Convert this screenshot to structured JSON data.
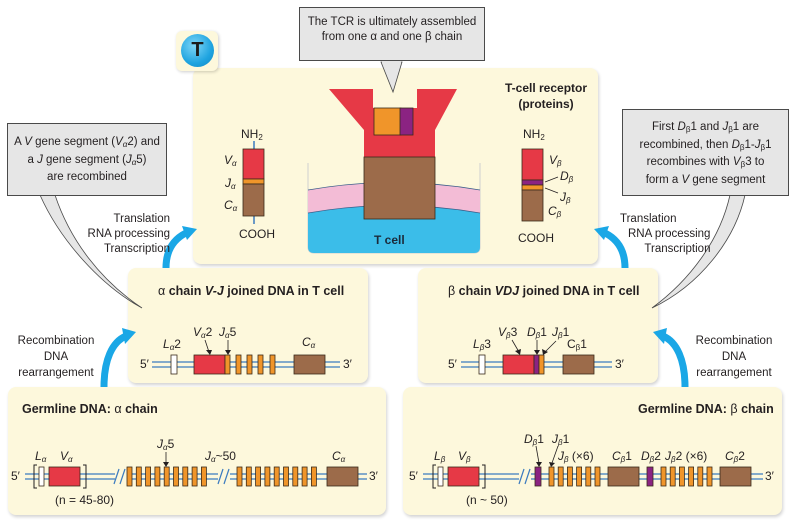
{
  "badge": {
    "letter": "T"
  },
  "colors": {
    "v_segment": "#e63946",
    "j_segment": "#f0952a",
    "d_segment": "#8b2382",
    "c_segment": "#9c6b4a",
    "leader": "#ffffff",
    "panel_bg": "#fdf8dc",
    "callout_bg": "#e6e6e6",
    "arrow_blue": "#1aa7e6",
    "dna_line": "#3b7bbf",
    "membrane_pink": "#f3bcd6",
    "cytoplasm_blue": "#3bbde9"
  },
  "callouts": {
    "top": {
      "line1": "The TCR is ultimately assembled",
      "line2_pre": "from one ",
      "alpha": "α",
      "line2_mid": " and one ",
      "beta": "β",
      "line2_post": " chain"
    },
    "left": {
      "l1a": "A ",
      "l1v": "V",
      "l1b": " gene segment (",
      "l1vs": "V",
      "l1sub": "α",
      "l1c": "2) and",
      "l2a": "a ",
      "l2j": "J",
      "l2b": " gene segment (",
      "l2js": "J",
      "l2sub": "α",
      "l2c": "5)",
      "l3": "are recombined"
    },
    "right": {
      "l1a": "First ",
      "l1d": "D",
      "l1dsub": "β",
      "l1b": "1 and ",
      "l1j": "J",
      "l1jsub": "β",
      "l1c": "1 are",
      "l2a": "recombined, then ",
      "l2d": "D",
      "l2dsub": "β",
      "l2b": "1-",
      "l2j": "J",
      "l2jsub": "β",
      "l2c": "1",
      "l3a": "recombines with ",
      "l3v": "V",
      "l3vsub": "β",
      "l3b": "3 to",
      "l4a": "form a ",
      "l4v": "V",
      "l4b": " gene segment"
    }
  },
  "process_labels": {
    "left_upper": [
      "Translation",
      "RNA processing",
      "Transcription"
    ],
    "right_upper": [
      "Translation",
      "RNA processing",
      "Transcription"
    ],
    "left_lower": [
      "Recombination",
      "DNA",
      "rearrangement"
    ],
    "right_lower": [
      "Recombination",
      "DNA",
      "rearrangement"
    ]
  },
  "receptor_panel": {
    "title_line1": "T-cell receptor",
    "title_line2": "(proteins)",
    "cell_label": "T cell",
    "alpha_protein": {
      "nterm": "NH",
      "nterm_sub": "2",
      "cterm": "COOH",
      "v": "V",
      "v_sub": "α",
      "j": "J",
      "j_sub": "α",
      "c": "C",
      "c_sub": "α"
    },
    "beta_protein": {
      "nterm": "NH",
      "nterm_sub": "2",
      "cterm": "COOH",
      "v": "V",
      "v_sub": "β",
      "d": "D",
      "d_sub": "β",
      "j": "J",
      "j_sub": "β",
      "c": "C",
      "c_sub": "β"
    }
  },
  "alpha_joined": {
    "title_greek": "α",
    "title_a": " chain ",
    "title_b": "V-J",
    "title_c": " joined DNA in T cell",
    "five_prime": "5′",
    "three_prime": "3′",
    "l": "L",
    "l_sub": "α",
    "l_num": "2",
    "v": "V",
    "v_sub": "α",
    "v_num": "2",
    "j": "J",
    "j_sub": "α",
    "j_num": "5",
    "c": "C",
    "c_sub": "α"
  },
  "beta_joined": {
    "title_greek": "β",
    "title_a": " chain ",
    "title_b": "VDJ",
    "title_c": " joined DNA in T cell",
    "five_prime": "5′",
    "three_prime": "3′",
    "l": "L",
    "l_sub": "β",
    "l_num": "3",
    "v": "V",
    "v_sub": "β",
    "v_num": "3",
    "d": "D",
    "d_sub": "β",
    "d_num": "1",
    "j": "J",
    "j_sub": "β",
    "j_num": "1",
    "c": "C",
    "c_sub": "β",
    "c_num": "1"
  },
  "alpha_germline": {
    "title_a": "Germline DNA: ",
    "title_greek": "α",
    "title_b": " chain",
    "five_prime": "5′",
    "three_prime": "3′",
    "l": "L",
    "l_sub": "α",
    "v": "V",
    "v_sub": "α",
    "count_note": "(n = 45-80)",
    "j5": "J",
    "j5_sub": "α",
    "j5_num": "5",
    "j50": "J",
    "j50_sub": "α",
    "j50_num": "~50",
    "c": "C",
    "c_sub": "α"
  },
  "beta_germline": {
    "title_a": "Germline DNA: ",
    "title_greek": "β",
    "title_b": " chain",
    "five_prime": "5′",
    "three_prime": "3′",
    "l": "L",
    "l_sub": "β",
    "v": "V",
    "v_sub": "β",
    "count_note": "(n ~ 50)",
    "d1": "D",
    "d1_sub": "β",
    "d1_num": "1",
    "j1": "J",
    "j1_sub": "β",
    "j1_num": "1",
    "jx": "J",
    "jx_sub": "β",
    "jx_num": " (×6)",
    "c1": "C",
    "c1_sub": "β",
    "c1_num": "1",
    "d2": "D",
    "d2_sub": "β",
    "d2_num": "2",
    "j2": "J",
    "j2_sub": "β",
    "j2_num": "2 (×6)",
    "c2": "C",
    "c2_sub": "β",
    "c2_num": "2"
  }
}
